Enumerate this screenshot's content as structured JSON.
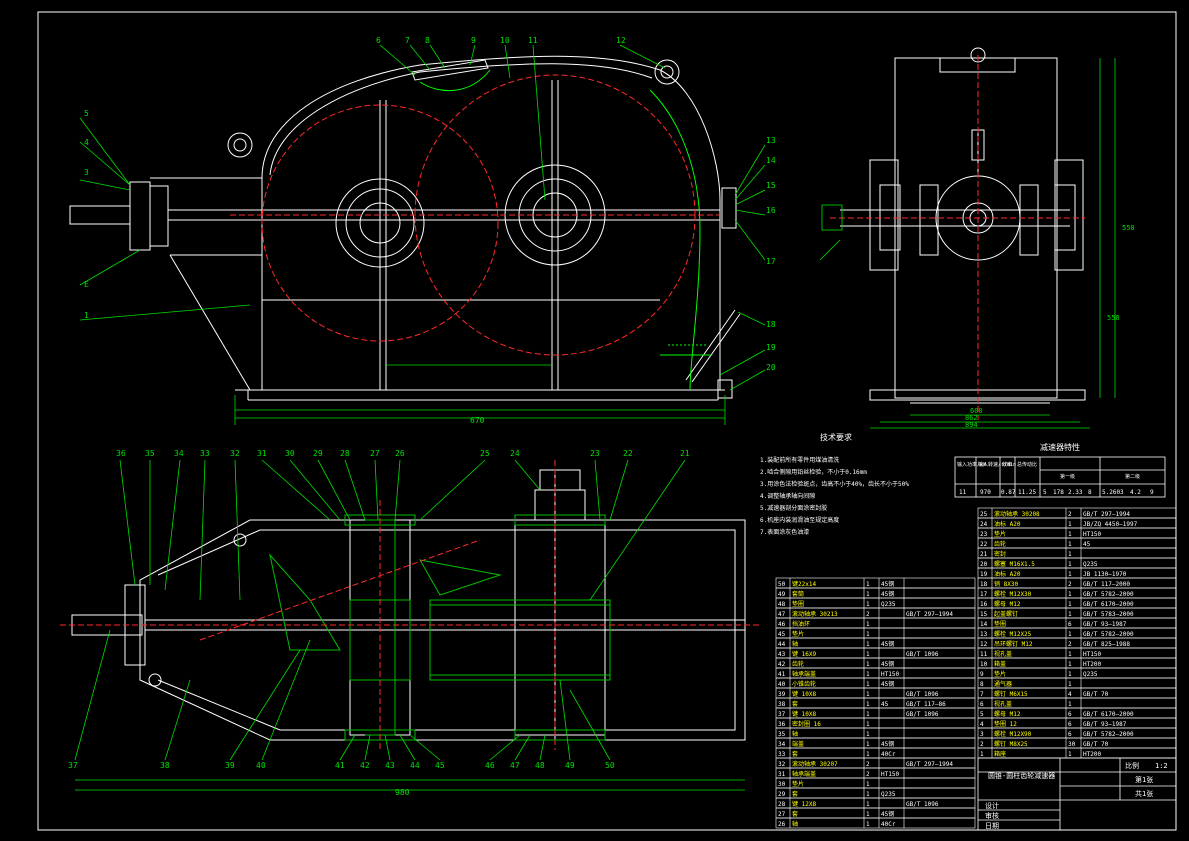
{
  "colors": {
    "background": "#000000",
    "outline": "#ffffff",
    "hidden_green": "#00ff00",
    "dimension_green": "#00e000",
    "center_red": "#ff2a2a",
    "section_green": "#00c000",
    "accent_cyan": "#00ffff",
    "table_text": "#ffffff",
    "table_yellow": "#ffff00"
  },
  "front_view": {
    "part_labels_top": [
      "6",
      "7",
      "8",
      "9",
      "10",
      "11",
      "12"
    ],
    "part_labels_left": [
      "5",
      "4",
      "3",
      "E",
      "1"
    ],
    "part_labels_right": [
      "13",
      "14",
      "15",
      "16",
      "17",
      "18",
      "19",
      "20"
    ],
    "dim_total_length": "670"
  },
  "side_view": {
    "dim_width_inner": "600",
    "dim_width_mid": "862",
    "dim_width_outer": "894",
    "dim_height_total": "550",
    "dim_height_axis": "550"
  },
  "top_view": {
    "part_labels_top": [
      "36",
      "35",
      "34",
      "33",
      "32",
      "31",
      "30",
      "29",
      "28",
      "27",
      "26",
      "25",
      "24",
      "23",
      "22",
      "21"
    ],
    "part_labels_bottom": [
      "37",
      "38",
      "39",
      "40",
      "41",
      "42",
      "43",
      "44",
      "45",
      "46",
      "47",
      "48",
      "49",
      "50"
    ],
    "dim_total": "980"
  },
  "tech_requirements": {
    "title": "技术要求",
    "lines": [
      "1.装配前所有零件用煤油清洗",
      "2.啮合侧隙用铅丝检验，不小于0.16mm",
      "3.用涂色法检验斑点，齿高不小于40%，齿长不小于50%",
      "4.调整轴承轴向间隙",
      "5.减速器剖分面涂密封胶",
      "6.机座内装润滑油至规定高度",
      "7.表面涂灰色油漆"
    ]
  },
  "spec_table": {
    "title": "减速器特性",
    "headers": [
      "输入功率/kW",
      "输入转速/r/min",
      "效率",
      "总传动比",
      "第一级",
      "第二级"
    ],
    "row": [
      "11",
      "970",
      "0.87",
      "11.25",
      "5",
      "178",
      "2.33",
      "8",
      "5.2603",
      "4.2",
      "9"
    ]
  },
  "title_block": {
    "name": "圆锥-圆柱齿轮减速器",
    "scale_label": "比例",
    "scale": "1:2",
    "sheet_label": "第1张",
    "total_label": "共1张",
    "rows": [
      "设计",
      "审核",
      "日期"
    ]
  },
  "parts_list_left": [
    {
      "no": "50",
      "name": "键22x14",
      "qty": "1",
      "mat": "45钢",
      "std": ""
    },
    {
      "no": "49",
      "name": "套筒",
      "qty": "1",
      "mat": "45钢",
      "std": ""
    },
    {
      "no": "48",
      "name": "垫圈",
      "qty": "1",
      "mat": "Q235",
      "std": ""
    },
    {
      "no": "47",
      "name": "滚动轴承 30213",
      "qty": "2",
      "mat": "",
      "std": "GB/T 297—1994"
    },
    {
      "no": "46",
      "name": "挡油环",
      "qty": "1",
      "mat": "",
      "std": ""
    },
    {
      "no": "45",
      "name": "垫片",
      "qty": "1",
      "mat": "",
      "std": ""
    },
    {
      "no": "44",
      "name": "轴",
      "qty": "1",
      "mat": "45钢",
      "std": ""
    },
    {
      "no": "43",
      "name": "键 16X9",
      "qty": "1",
      "mat": "",
      "std": "GB/T 1096"
    },
    {
      "no": "42",
      "name": "齿轮",
      "qty": "1",
      "mat": "45钢",
      "std": ""
    },
    {
      "no": "41",
      "name": "轴承端盖",
      "qty": "1",
      "mat": "HT150",
      "std": ""
    },
    {
      "no": "40",
      "name": "小锥齿轮",
      "qty": "1",
      "mat": "45钢",
      "std": ""
    },
    {
      "no": "39",
      "name": "键 10X8",
      "qty": "1",
      "mat": "",
      "std": "GB/T 1096"
    },
    {
      "no": "38",
      "name": "套",
      "qty": "1",
      "mat": "45",
      "std": "GB/T 117—86"
    },
    {
      "no": "37",
      "name": "键 10X8",
      "qty": "1",
      "mat": "",
      "std": "GB/T 1096"
    },
    {
      "no": "36",
      "name": "密封圈 16",
      "qty": "1",
      "mat": "",
      "std": ""
    },
    {
      "no": "35",
      "name": "轴",
      "qty": "1",
      "mat": "",
      "std": ""
    },
    {
      "no": "34",
      "name": "端盖",
      "qty": "1",
      "mat": "45钢",
      "std": ""
    },
    {
      "no": "33",
      "name": "套",
      "qty": "1",
      "mat": "40Cr",
      "std": ""
    },
    {
      "no": "32",
      "name": "滚动轴承 30207",
      "qty": "2",
      "mat": "",
      "std": "GB/T 297—1994"
    },
    {
      "no": "31",
      "name": "轴承端盖",
      "qty": "2",
      "mat": "HT150",
      "std": ""
    },
    {
      "no": "30",
      "name": "垫片",
      "qty": "1",
      "mat": "",
      "std": ""
    },
    {
      "no": "29",
      "name": "套",
      "qty": "1",
      "mat": "Q235",
      "std": ""
    },
    {
      "no": "28",
      "name": "键 12X8",
      "qty": "1",
      "mat": "",
      "std": "GB/T 1096"
    },
    {
      "no": "27",
      "name": "套",
      "qty": "1",
      "mat": "45钢",
      "std": ""
    },
    {
      "no": "26",
      "name": "轴",
      "qty": "1",
      "mat": "40Cr",
      "std": ""
    }
  ],
  "parts_list_right": [
    {
      "no": "25",
      "name": "滚动轴承 30208",
      "qty": "2",
      "std": "GB/T 297—1994"
    },
    {
      "no": "24",
      "name": "油标 A20",
      "qty": "1",
      "std": "JB/ZQ 4450—1997"
    },
    {
      "no": "23",
      "name": "垫片",
      "qty": "1",
      "std": "HT150"
    },
    {
      "no": "22",
      "name": "齿轮",
      "qty": "1",
      "std": "45"
    },
    {
      "no": "21",
      "name": "密封",
      "qty": "1",
      "std": ""
    },
    {
      "no": "20",
      "name": "螺塞 M16X1.5",
      "qty": "1",
      "std": "Q235"
    },
    {
      "no": "19",
      "name": "油标 A20",
      "qty": "1",
      "std": "JB 1130—1970"
    },
    {
      "no": "18",
      "name": "销 8X30",
      "qty": "2",
      "std": "GB/T 117—2000"
    },
    {
      "no": "17",
      "name": "螺栓 M12X30",
      "qty": "1",
      "std": "GB/T 5782—2000"
    },
    {
      "no": "16",
      "name": "螺母 M12",
      "qty": "1",
      "std": "GB/T 6170—2000"
    },
    {
      "no": "15",
      "name": "起盖螺钉",
      "qty": "1",
      "std": "GB/T 5783—2000"
    },
    {
      "no": "14",
      "name": "垫圈",
      "qty": "6",
      "std": "GB/T 93—1987"
    },
    {
      "no": "13",
      "name": "螺栓 M12X25",
      "qty": "1",
      "std": "GB/T 5782—2000"
    },
    {
      "no": "12",
      "name": "吊环螺钉 M12",
      "qty": "2",
      "std": "GB/T 825—1988"
    },
    {
      "no": "11",
      "name": "视孔盖",
      "qty": "1",
      "std": "HT150"
    },
    {
      "no": "10",
      "name": "箱盖",
      "qty": "1",
      "std": "HT200"
    },
    {
      "no": "9",
      "name": "垫片",
      "qty": "1",
      "std": "Q235"
    },
    {
      "no": "8",
      "name": "通气器",
      "qty": "1",
      "std": ""
    },
    {
      "no": "7",
      "name": "螺钉 M6X15",
      "qty": "4",
      "std": "GB/T 70"
    },
    {
      "no": "6",
      "name": "视孔盖",
      "qty": "1",
      "std": ""
    },
    {
      "no": "5",
      "name": "螺母 M12",
      "qty": "6",
      "std": "GB/T 6170—2000"
    },
    {
      "no": "4",
      "name": "垫圈 12",
      "qty": "6",
      "std": "GB/T 93—1987"
    },
    {
      "no": "3",
      "name": "螺栓 M12X90",
      "qty": "6",
      "std": "GB/T 5782—2000"
    },
    {
      "no": "2",
      "name": "螺钉 M8X25",
      "qty": "30",
      "std": "GB/T 70"
    },
    {
      "no": "1",
      "name": "箱座",
      "qty": "1",
      "std": "HT200"
    }
  ]
}
